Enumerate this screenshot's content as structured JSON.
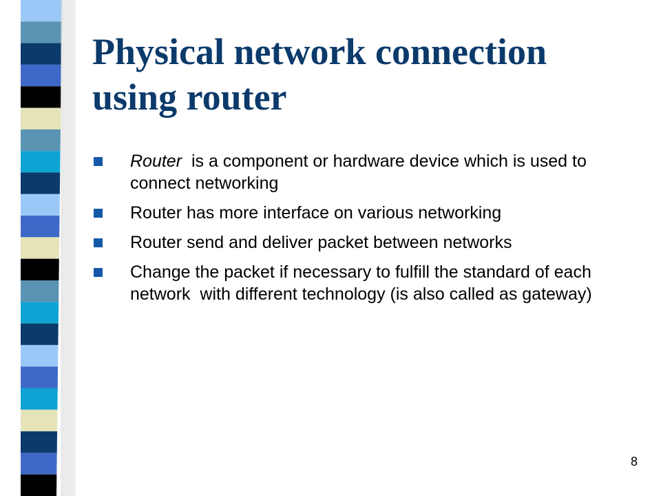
{
  "slide": {
    "title_line1": "Physical network connection",
    "title_line2": "using router",
    "bullets": [
      {
        "emphasis": "Router",
        "text": "  is a component or hardware device which is used to connect networking"
      },
      {
        "emphasis": "",
        "text": "Router has more interface on various networking"
      },
      {
        "emphasis": "",
        "text": "Router send and deliver packet between networks"
      },
      {
        "emphasis": "",
        "text": "Change the packet if necessary to fulfill the standard of each network  with different technology (is also called as gateway)"
      }
    ],
    "page_number": "8"
  },
  "colors": {
    "title": "#0b3a6b",
    "bullet_marker": "#1558a8",
    "stripe_dark_navy": "#0b3a6b",
    "stripe_black": "#000000",
    "stripe_cream": "#e4e4b8",
    "stripe_royal_blue": "#3f69c9",
    "stripe_sky_blue": "#9bc8f7",
    "stripe_teal": "#5b93b2",
    "stripe_cyan": "#0ea3d2"
  },
  "decoration": {
    "stripe_pattern": [
      "sky_blue",
      "teal",
      "dark_navy",
      "royal_blue",
      "black",
      "cream",
      "teal",
      "cyan",
      "dark_navy",
      "sky_blue",
      "royal_blue",
      "cream",
      "black",
      "teal",
      "cyan",
      "dark_navy",
      "sky_blue",
      "royal_blue",
      "cyan",
      "cream",
      "dark_navy",
      "royal_blue",
      "black"
    ]
  }
}
